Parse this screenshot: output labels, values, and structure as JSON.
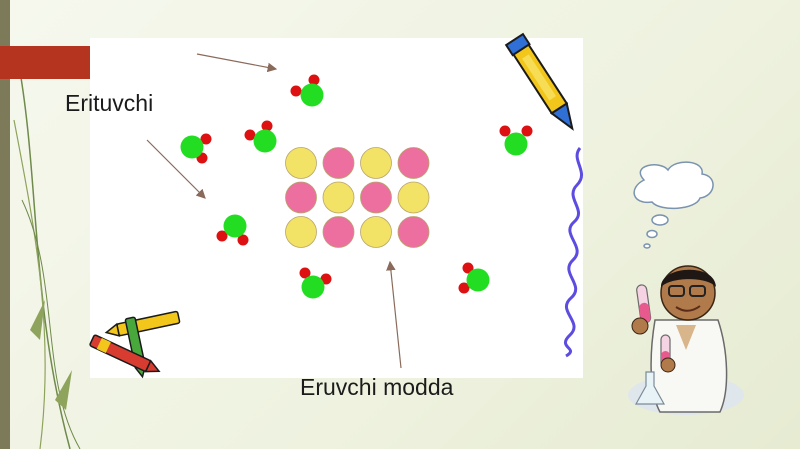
{
  "slide": {
    "solvent_label": "Erituvchi",
    "solute_label": "Eruvchi modda"
  },
  "colors": {
    "panel": "#ffffff",
    "accent_red": "#b5341f",
    "left_bar": "#7d7a5a",
    "water_oxygen": "#22dd22",
    "water_hydrogen": "#dd1111",
    "particle_yellow": "#f2e266",
    "particle_pink": "#ec6fa0",
    "wavy_line": "#5c4de0"
  },
  "particle_grid": {
    "rows": [
      [
        "yellow",
        "pink",
        "yellow",
        "pink"
      ],
      [
        "pink",
        "yellow",
        "pink",
        "yellow"
      ],
      [
        "yellow",
        "pink",
        "yellow",
        "pink"
      ]
    ]
  },
  "icons": [
    "water-molecule-icon",
    "marker-pen-icon",
    "crayons-icon",
    "scientist-illustration",
    "thought-bubble-icon",
    "arrow-icon"
  ]
}
